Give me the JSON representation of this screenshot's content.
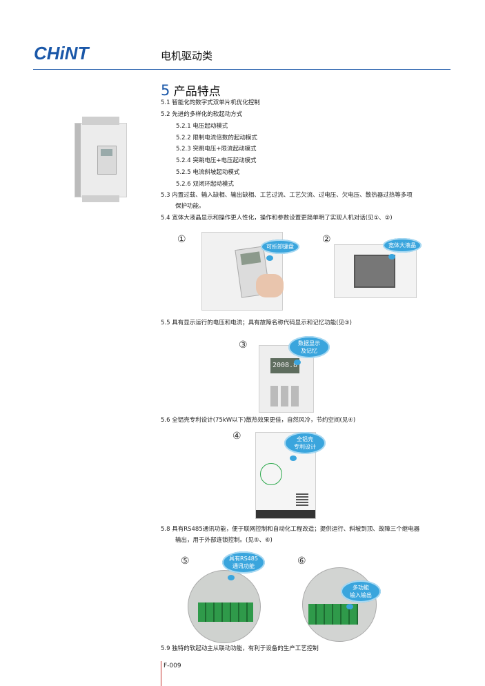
{
  "header": {
    "logo": "CHiNT",
    "section": "电机驱动类"
  },
  "title": {
    "number": "5",
    "text": "产品特点"
  },
  "items": {
    "i1": "5.1 智能化的数字式双单片机优化控制",
    "i2": "5.2 先进的多样化的软起动方式",
    "i2_1": "5.2.1 电压起动模式",
    "i2_2": "5.2.2 限制电流倍数的起动模式",
    "i2_3": "5.2.3 突跳电压+限流起动模式",
    "i2_4": "5.2.4 突跳电压+电压起动模式",
    "i2_5": "5.2.5 电流斜坡起动模式",
    "i2_6": "5.2.6 双闭环起动模式",
    "i3a": "5.3 内置过载、输入缺相、输出缺相、工艺过流、工艺欠流、过电压、欠电压、散热器过热等多项",
    "i3b": "保护功能。",
    "i4": "5.4 宽体大液晶显示和操作更人性化，操作和参数设置更简单明了实现人机对话(见①、②)",
    "i5": "5.5 具有显示运行的电压和电流；具有故障名称代码显示和记忆功能(见③)",
    "i6": "5.6 全铝壳专利设计(75kW以下)散热效果更佳，自然风冷，节约空间(见④)",
    "i8a": "5.8 具有RS485通讯功能，便于联网控制和自动化工程改造；提供运行、斜坡到顶、故障三个继电器",
    "i8b": "输出，用于外部连锁控制。(见⑤、⑥)",
    "i9": "5.9 独特的软起动主从联动功能，有利于设备的生产工艺控制"
  },
  "figures": {
    "c1": "①",
    "c2": "②",
    "c3": "③",
    "c4": "④",
    "c5": "⑤",
    "c6": "⑥",
    "b1": "可折卸键盘",
    "b2": "宽体大液晶",
    "b3a": "数据显示",
    "b3b": "及记忆",
    "b4a": "全铝壳",
    "b4b": "专利设计",
    "b5a": "具有RS485",
    "b5b": "通讯功能",
    "b6a": "多功能",
    "b6b": "输入输出",
    "lcd": "2008.8"
  },
  "footer": {
    "page": "F-009"
  }
}
